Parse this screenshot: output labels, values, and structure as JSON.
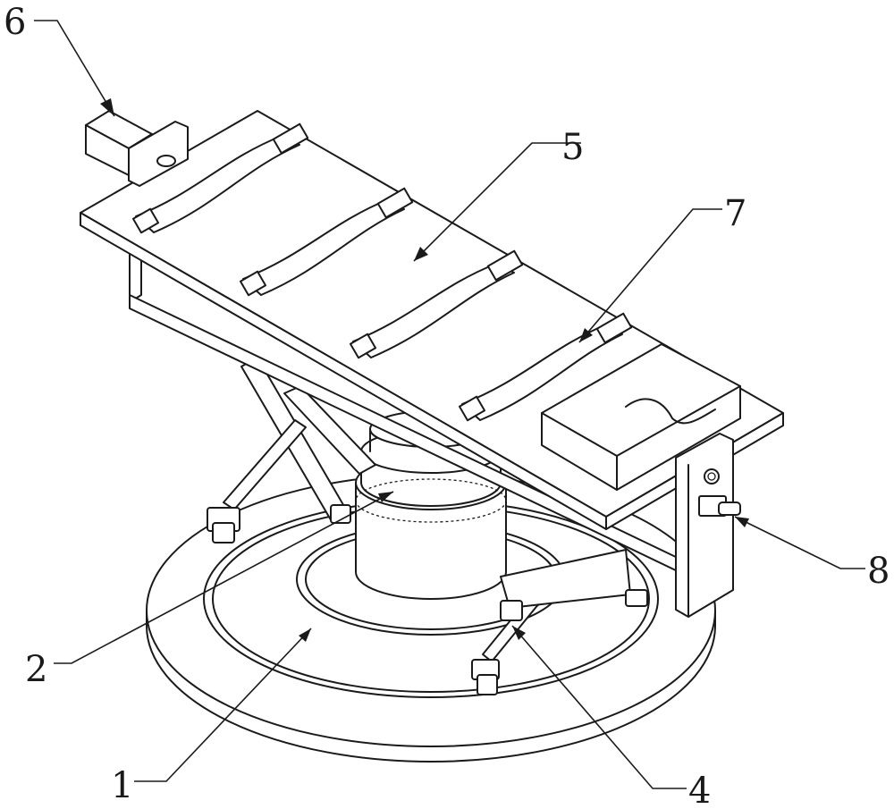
{
  "callouts": {
    "c1": "1",
    "c2": "2",
    "c4": "4",
    "c5": "5",
    "c6": "6",
    "c7": "7",
    "c8": "8"
  }
}
